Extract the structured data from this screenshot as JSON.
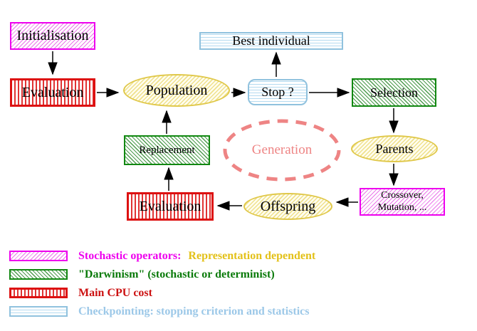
{
  "nodes": {
    "initialisation": {
      "label": "Initialisation"
    },
    "evaluation_top": {
      "label": "Evaluation"
    },
    "population": {
      "label": "Population"
    },
    "best_individual": {
      "label": "Best individual"
    },
    "stop": {
      "label": "Stop ?"
    },
    "selection": {
      "label": "Selection"
    },
    "replacement": {
      "label": "Replacement"
    },
    "generation": {
      "label": "Generation"
    },
    "parents": {
      "label": "Parents"
    },
    "offspring": {
      "label": "Offspring"
    },
    "evaluation_bottom": {
      "label": "Evaluation"
    },
    "crossover": {
      "line1": "Crossover,",
      "line2": "Mutation, ..."
    }
  },
  "legend": {
    "rows": [
      {
        "swatch": "magenta-diagonal-hatch",
        "label": "Stochastic operators:",
        "label2": "Representation dependent"
      },
      {
        "swatch": "green-diagonal-hatch",
        "label": "\"Darwinism\" (stochastic or determinist)"
      },
      {
        "swatch": "red-vertical-lines",
        "label": "Main CPU cost"
      },
      {
        "swatch": "cyan-horizontal-lines",
        "label": "Checkpointing: stopping criterion and statistics"
      }
    ]
  },
  "colors": {
    "magenta_border": "#ee00ee",
    "red_border": "#dd1111",
    "green_border": "#118811",
    "yellow_border": "#e0c84a",
    "cyan_border": "#90c2de",
    "generation_salmon": "#ee8484",
    "legend_yellow_text": "#e3c119",
    "legend_green_text": "#0a7a0a",
    "legend_red_text": "#cc1111",
    "legend_blue_text": "#9cc8e8",
    "arrow": "#000000"
  }
}
